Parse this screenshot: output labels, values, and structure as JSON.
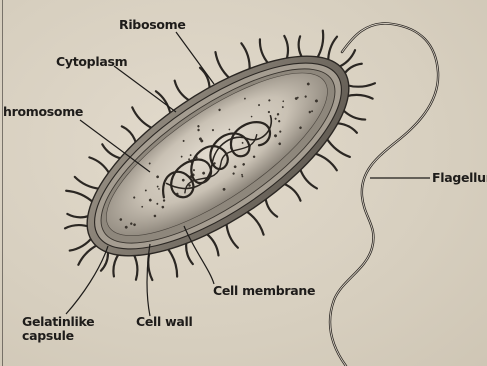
{
  "labels": {
    "ribosome": "Ribosome",
    "cytoplasm": "Cytoplasm",
    "chromosome": "hromosome",
    "flagellum": "Flagellur",
    "cell_membrane": "Cell membrane",
    "gelatinlike_line1": "Gelatinlike",
    "gelatinlike_line2": "capsule",
    "cell_wall": "Cell wall"
  },
  "colors": {
    "background": "#d9d1c3",
    "ink": "#1e1c1a",
    "cell_body": "#b9b1a4",
    "capsule": "#8f877c"
  }
}
